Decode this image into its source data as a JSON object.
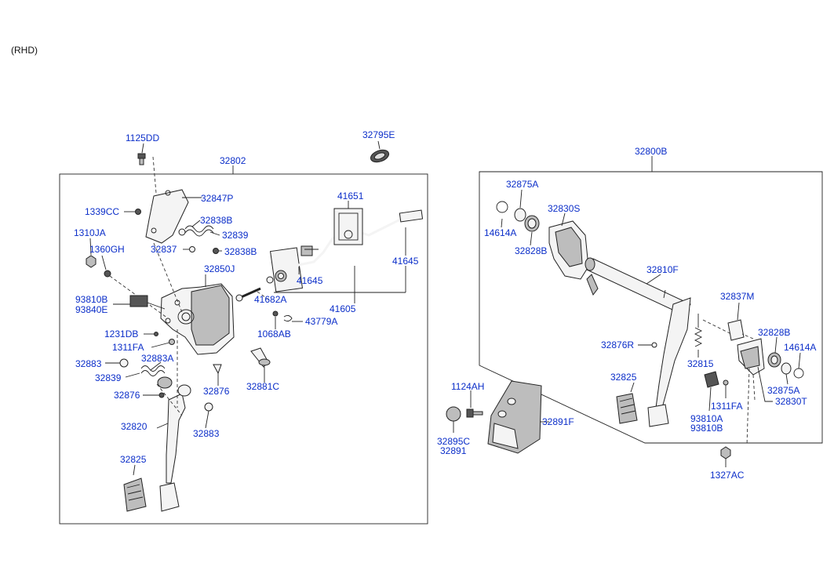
{
  "note": "(RHD)",
  "labels": {
    "l1125DD": "1125DD",
    "l32795E": "32795E",
    "l32802": "32802",
    "l32800B": "32800B",
    "l32847P": "32847P",
    "l1339CC": "1339CC",
    "l32838B_a": "32838B",
    "l32839_a": "32839",
    "l1310JA": "1310JA",
    "l1360GH": "1360GH",
    "l32837": "32837",
    "l32838B_b": "32838B",
    "l32850J": "32850J",
    "l41651": "41651",
    "l41645_a": "41645",
    "l41645_b": "41645",
    "l41682A": "41682A",
    "l41605": "41605",
    "l93810B_a": "93810B",
    "l93840E": "93840E",
    "l43779A": "43779A",
    "l1068AB": "1068AB",
    "l1231DB": "1231DB",
    "l1311FA_a": "1311FA",
    "l32883_a": "32883",
    "l32883A": "32883A",
    "l32839_b": "32839",
    "l32876_a": "32876",
    "l32881C": "32881C",
    "l32876_b": "32876",
    "l32820": "32820",
    "l32883_b": "32883",
    "l32825_a": "32825",
    "l32875A_a": "32875A",
    "l32830S": "32830S",
    "l14614A_a": "14614A",
    "l32828B_a": "32828B",
    "l32810F": "32810F",
    "l32837M": "32837M",
    "l32828B_b": "32828B",
    "l14614A_b": "14614A",
    "l32876R": "32876R",
    "l32815": "32815",
    "l32825_b": "32825",
    "l32875A_b": "32875A",
    "l32830T": "32830T",
    "l1311FA_b": "1311FA",
    "l93810A": "93810A",
    "l93810B_b": "93810B",
    "l1327AC": "1327AC",
    "l1124AH": "1124AH",
    "l32891F": "32891F",
    "l32895C": "32895C",
    "l32891": "32891"
  },
  "colors": {
    "label": "#0b2ec9",
    "line": "#222222",
    "background": "#ffffff"
  }
}
